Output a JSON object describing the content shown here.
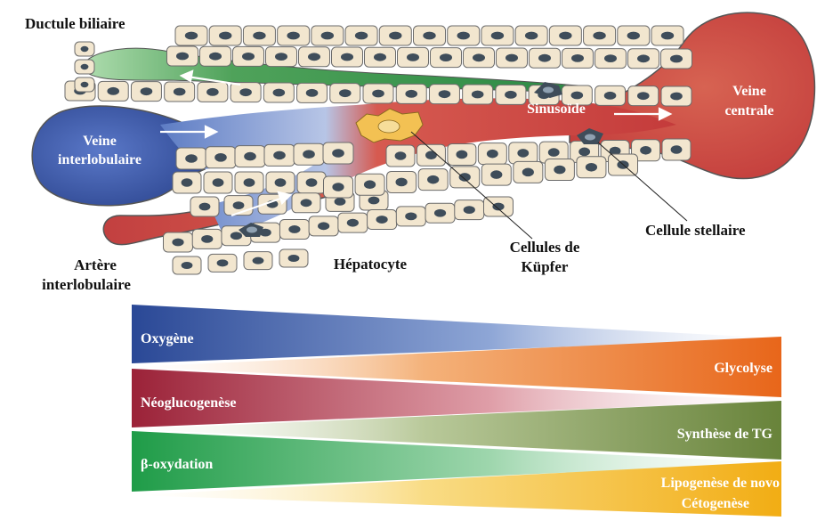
{
  "anatomy": {
    "ductule_biliaire": "Ductule biliaire",
    "veine_interlobulaire_1": "Veine",
    "veine_interlobulaire_2": "interlobulaire",
    "artere_interlobulaire_1": "Artère",
    "artere_interlobulaire_2": "interlobulaire",
    "hepatocyte": "Hépatocyte",
    "cellules_kupfer_1": "Cellules de",
    "cellules_kupfer_2": "Küpfer",
    "sinusoide": "Sinusoïde",
    "veine_centrale_1": "Veine",
    "veine_centrale_2": "centrale",
    "cellule_stellaire": "Cellule stellaire"
  },
  "gradients": {
    "oxygene": "Oxygène",
    "glycolyse": "Glycolyse",
    "neoglucogenese": "Néoglucogenèse",
    "synthese_tg": "Synthèse de TG",
    "beta_oxydation": "β-oxydation",
    "lipogenese": "Lipogenèse de novo",
    "cetogenese": "Cétogenèse"
  },
  "colors": {
    "blood_red": "#c94040",
    "vein_blue": "#3a55a8",
    "bile_green": "#4a9a52",
    "cell_fill": "#f2e6cf",
    "nucleus": "#3f4d5a",
    "oxygen_blue": "#2f4d9a",
    "glycolysis_orange": "#e8701e",
    "neoglucogenesis_red": "#a3283a",
    "tg_green": "#6e8a3a",
    "betaox_green": "#27a04a",
    "lipogenesis_yellow": "#f3b21c"
  }
}
